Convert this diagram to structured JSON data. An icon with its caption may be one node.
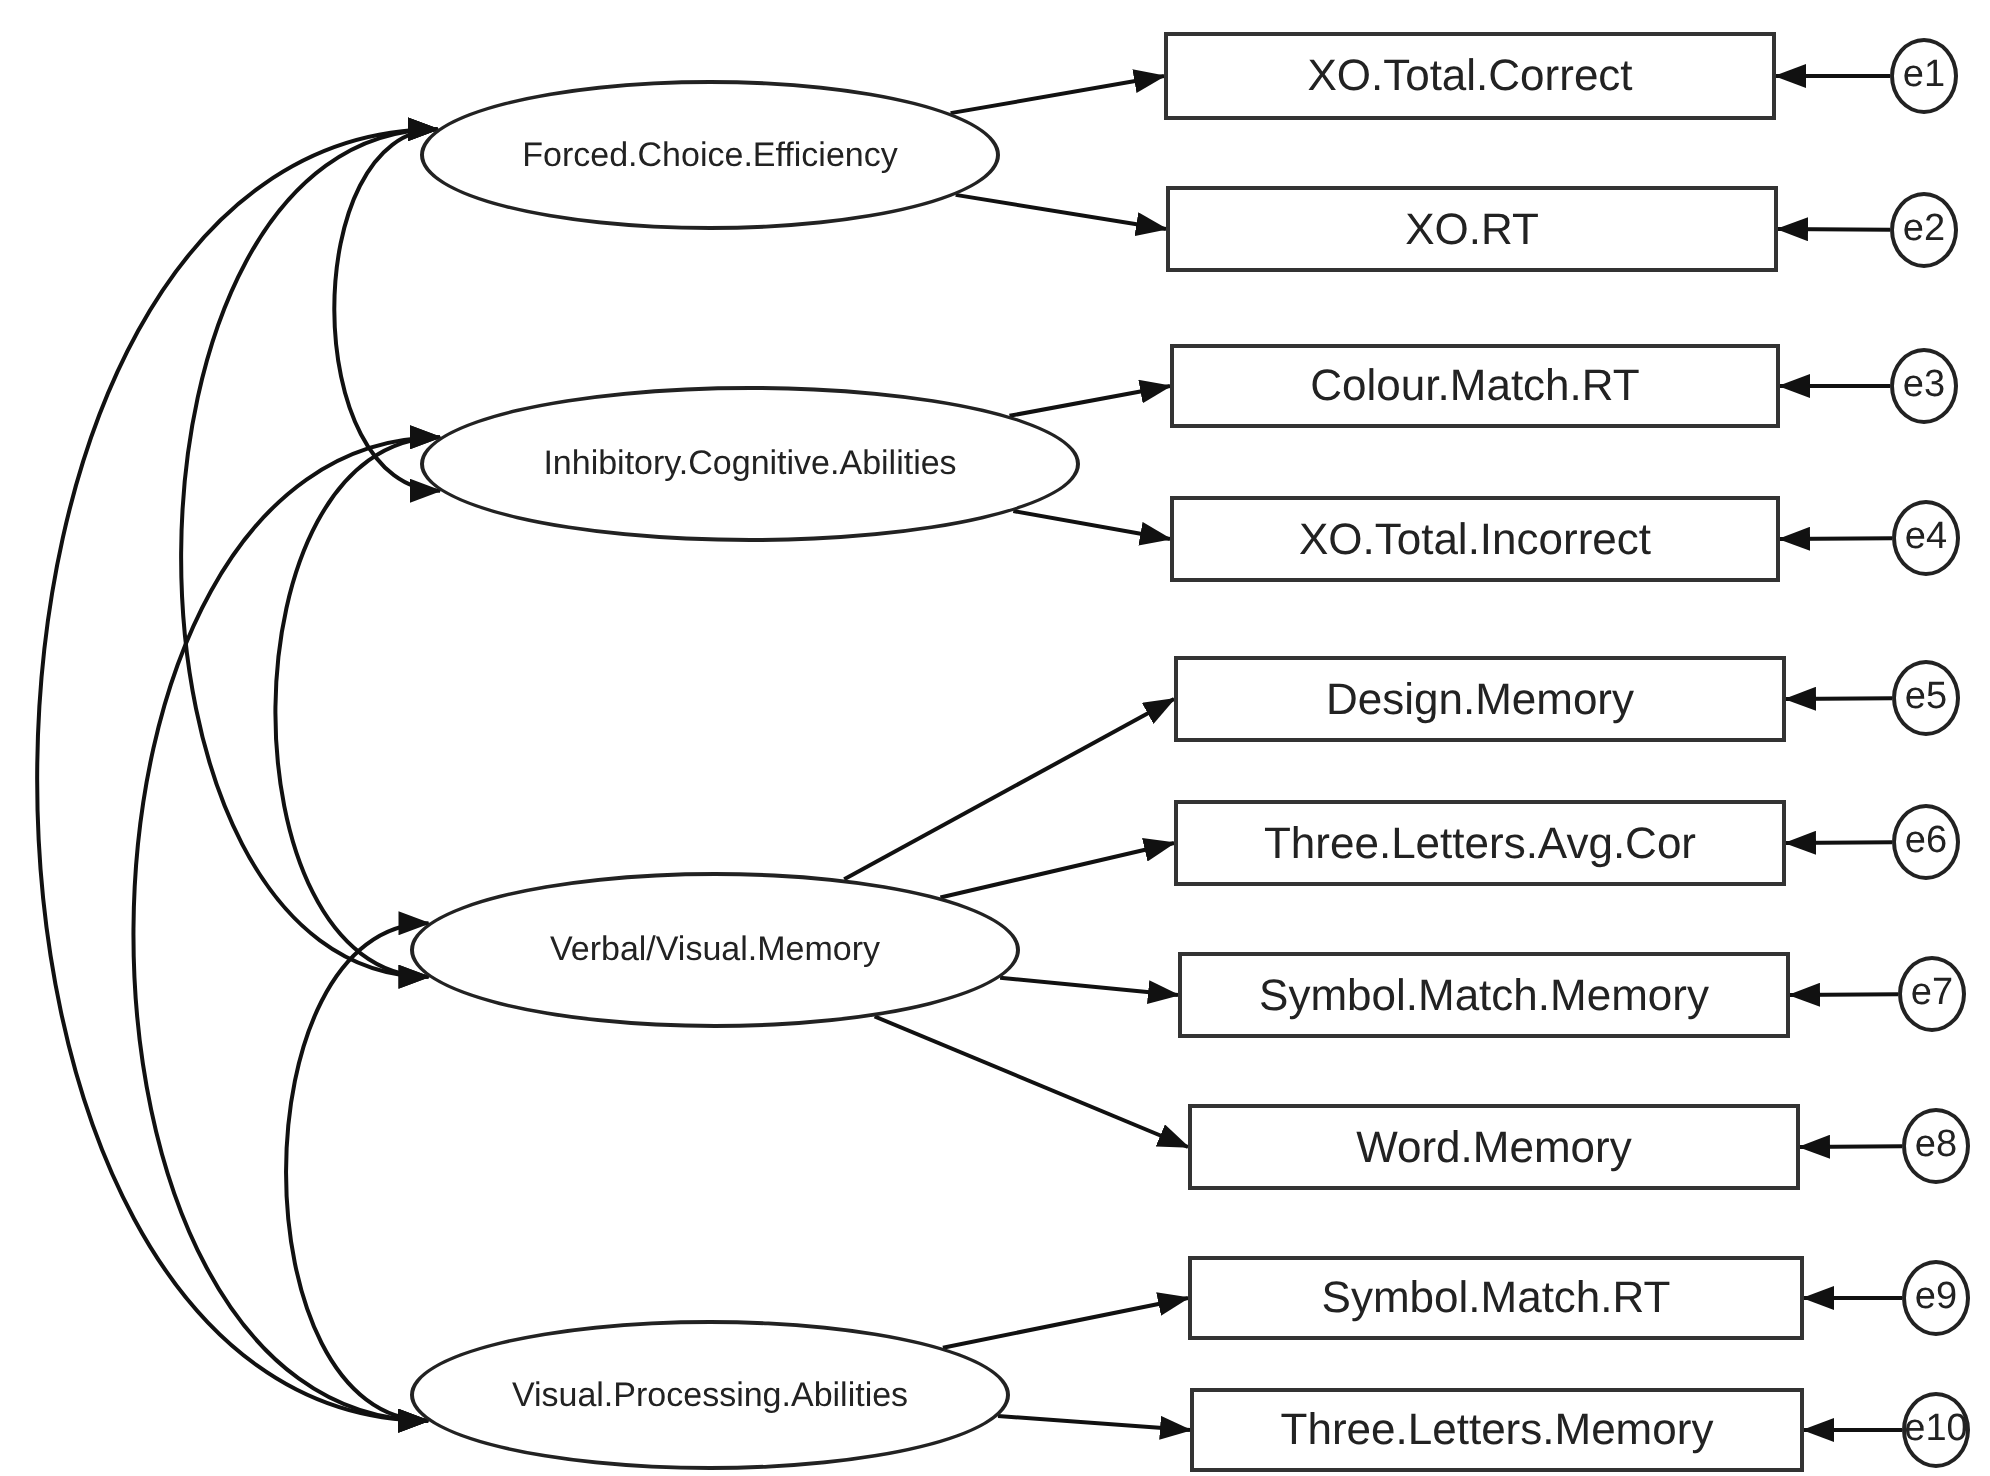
{
  "diagram": {
    "nodes": [
      {
        "text": [
          "Forced.Choice.Efficiency"
        ]
      },
      {
        "text": [
          "Inhibitory.Cognitive.Abilities"
        ]
      },
      {
        "text": [
          "Verbal/Visual.Memory"
        ]
      },
      {
        "text": [
          "Visual.Processing.Abilities"
        ]
      },
      {
        "text": [
          "XO.Total.Correct"
        ]
      },
      {
        "text": [
          "XO.RT"
        ]
      },
      {
        "text": [
          "Colour.Match.RT"
        ]
      },
      {
        "text": [
          "XO.Total.Incorrect"
        ]
      },
      {
        "text": [
          "Design.Memory"
        ]
      },
      {
        "text": [
          "Three.Letters.Avg.Cor"
        ]
      },
      {
        "text": [
          "Symbol.Match.Memory"
        ]
      },
      {
        "text": [
          "Word.Memory"
        ]
      },
      {
        "text": [
          "Symbol.Match.RT"
        ]
      },
      {
        "text": [
          "Three.Letters.Memory"
        ]
      },
      {
        "text": [
          "e1"
        ]
      },
      {
        "text": [
          "e2"
        ]
      },
      {
        "text": [
          "e3"
        ]
      },
      {
        "text": [
          "e4"
        ]
      },
      {
        "text": [
          "e5"
        ]
      },
      {
        "text": [
          "e6"
        ]
      },
      {
        "text": [
          "e7"
        ]
      },
      {
        "text": [
          "e8"
        ]
      },
      {
        "text": [
          "e9"
        ]
      },
      {
        "text": [
          "e10"
        ]
      }
    ],
    "edges": [
      {
        "from": 0,
        "to": 4,
        "arrow": "to"
      },
      {
        "from": 0,
        "to": 5,
        "arrow": "to"
      },
      {
        "from": 1,
        "to": 6,
        "arrow": "to"
      },
      {
        "from": 1,
        "to": 7,
        "arrow": "to"
      },
      {
        "from": 2,
        "to": 8,
        "arrow": "to"
      },
      {
        "from": 2,
        "to": 9,
        "arrow": "to"
      },
      {
        "from": 2,
        "to": 10,
        "arrow": "to"
      },
      {
        "from": 2,
        "to": 11,
        "arrow": "to"
      },
      {
        "from": 3,
        "to": 12,
        "arrow": "to"
      },
      {
        "from": 3,
        "to": 13,
        "arrow": "to"
      },
      {
        "from": 14,
        "to": 4,
        "arrow": "to"
      },
      {
        "from": 15,
        "to": 5,
        "arrow": "to"
      },
      {
        "from": 16,
        "to": 6,
        "arrow": "to"
      },
      {
        "from": 17,
        "to": 7,
        "arrow": "to"
      },
      {
        "from": 18,
        "to": 8,
        "arrow": "to"
      },
      {
        "from": 19,
        "to": 9,
        "arrow": "to"
      },
      {
        "from": 20,
        "to": 10,
        "arrow": "to"
      },
      {
        "from": 21,
        "to": 11,
        "arrow": "to"
      },
      {
        "from": 22,
        "to": 12,
        "arrow": "to"
      },
      {
        "from": 23,
        "to": 13,
        "arrow": "to"
      },
      {
        "from": 0,
        "to": 1,
        "arrow": "both"
      },
      {
        "from": 0,
        "to": 2,
        "arrow": "both"
      },
      {
        "from": 0,
        "to": 3,
        "arrow": "both"
      },
      {
        "from": 1,
        "to": 2,
        "arrow": "both"
      },
      {
        "from": 1,
        "to": 3,
        "arrow": "both"
      },
      {
        "from": 2,
        "to": 3,
        "arrow": "both"
      }
    ]
  }
}
